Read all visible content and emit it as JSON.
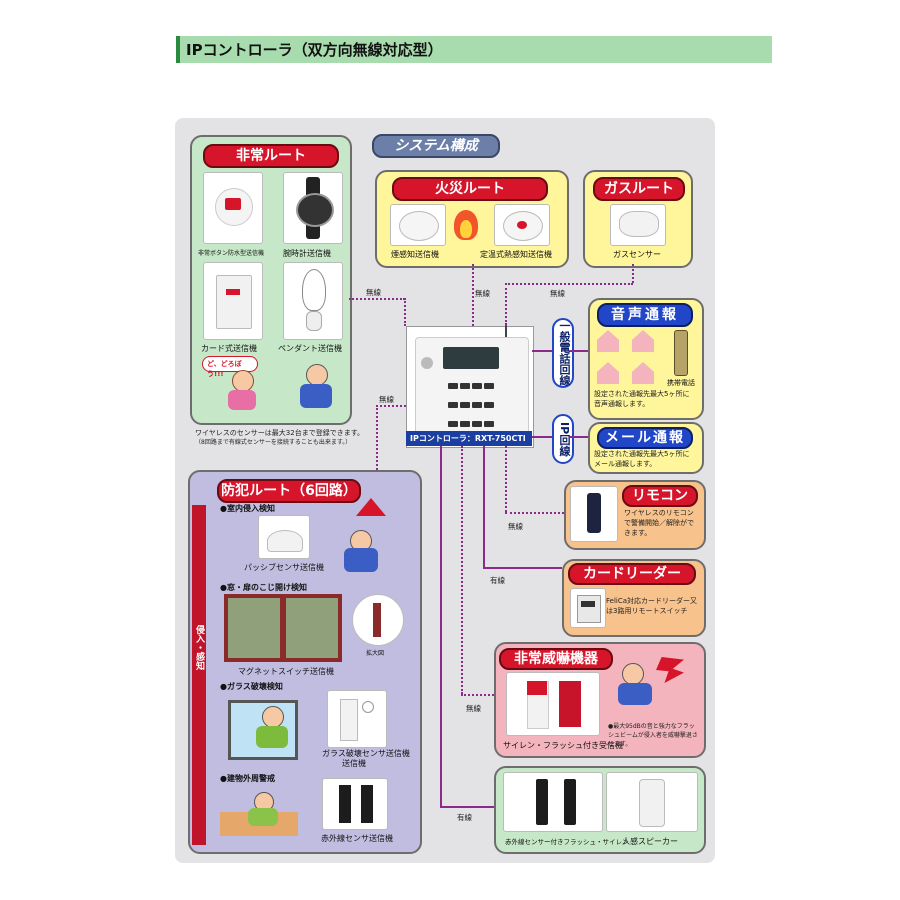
{
  "header": {
    "title": "IPコントローラ（双方向無線対応型）"
  },
  "system": {
    "title": "システム構成"
  },
  "emergency": {
    "title": "非常ルート",
    "items": [
      "非常ボタン防水型送信機",
      "腕時計送信機",
      "カード式送信機",
      "ペンダント送信機"
    ],
    "speech": "ど、どろぼう!!!",
    "note1": "ワイヤレスのセンサーは最大32台まで登録できます。",
    "note2": "（8回路まで有線式センサーを接続することも出来ます。）"
  },
  "fire": {
    "title": "火災ルート",
    "items": [
      "煙感知送信機",
      "定温式熱感知送信機"
    ]
  },
  "gas": {
    "title": "ガスルート",
    "items": [
      "ガスセンサー"
    ]
  },
  "voice": {
    "title": "音声通報",
    "phone_label": "携帯電話",
    "note": "設定された通報先最大5ヶ所に音声通報します。"
  },
  "mail": {
    "title": "メール通報",
    "note": "設定された通報先最大5ヶ所にメール通報します。"
  },
  "phone_line": "一般電話回線",
  "ip_line": "IP回線",
  "controller": {
    "label": "IPコントローラ：RXT-750CTI"
  },
  "remote": {
    "title": "リモコン",
    "note": "ワイヤレスのリモコンで警備開始／解除ができます。"
  },
  "card": {
    "title": "カードリーダー",
    "note": "FeliCa対応カードリーダー又は3路用リモートスイッチ"
  },
  "threat": {
    "title": "非常威嚇機器",
    "items": [
      "サイレン・フラッシュ付き受信機"
    ],
    "note": "●最大95dBの音と強力なフラッシュビームが侵入者を威嚇撃退させます。"
  },
  "crime": {
    "title": "防犯ルート（6回路）",
    "side_label": "侵入・感知",
    "sections": [
      {
        "heading": "●室内侵入検知",
        "item": "パッシブセンサ送信機"
      },
      {
        "heading": "●窓・扉のこじ開け検知",
        "item": "マグネットスイッチ送信機",
        "zoom": "拡大図"
      },
      {
        "heading": "●ガラス破壊検知",
        "item": "ガラス破壊センサ送信機"
      },
      {
        "heading": "●建物外周警戒",
        "item": "赤外線センサ送信機"
      }
    ]
  },
  "bottom": {
    "items": [
      "赤外線センサー付きフラッシュ・サイレン",
      "人感スピーカー"
    ]
  },
  "links": {
    "wireless": "無線",
    "wired": "有線"
  },
  "colors": {
    "title_red": "#d6142a",
    "panel_green": "#c7e8c8",
    "panel_yellow": "#fff59a",
    "panel_orange": "#f7c28c",
    "panel_pink": "#f4b4bd",
    "panel_purple": "#c1bde0",
    "line_purple": "#8a2a8a"
  }
}
